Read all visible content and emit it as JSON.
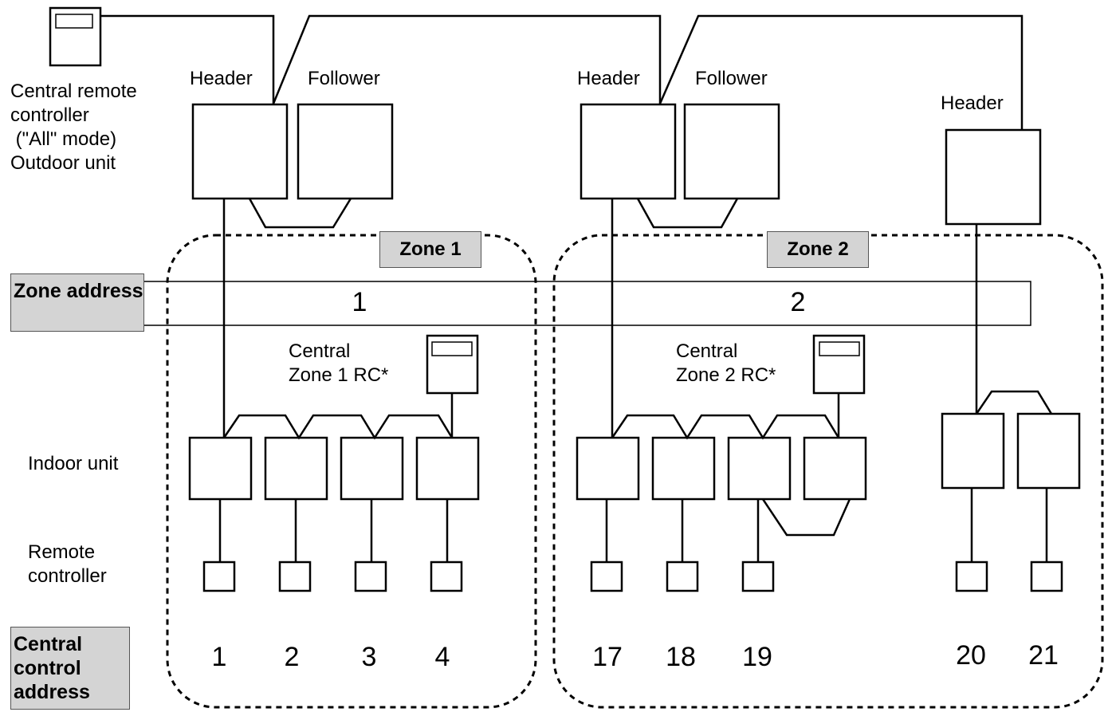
{
  "labels": {
    "central_rc": "Central remote\ncontroller\n (\"All\" mode)\nOutdoor unit",
    "header_a": "Header",
    "follower_a": "Follower",
    "header_b": "Header",
    "follower_b": "Follower",
    "header_c": "Header",
    "indoor_unit": "Indoor unit",
    "remote_controller": "Remote\ncontroller",
    "zone1_rc": "Central\nZone 1 RC*",
    "zone2_rc": "Central\nZone 2 RC*"
  },
  "zones": {
    "zone1": "Zone 1",
    "zone2": "Zone 2"
  },
  "side_tags": {
    "zone_address": "Zone\naddress",
    "central_control_address": "Central\ncontrol\naddress"
  },
  "zone_address_values": [
    "1",
    "2"
  ],
  "central_addresses": [
    "1",
    "2",
    "3",
    "4",
    "17",
    "18",
    "19",
    "20",
    "21"
  ]
}
